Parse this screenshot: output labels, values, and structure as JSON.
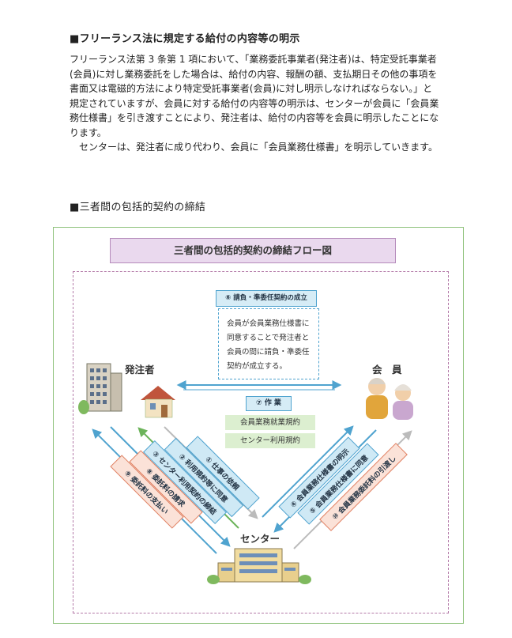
{
  "section1": {
    "heading": "■フリーランス法に規定する給付の内容等の明示",
    "lines": [
      "フリーランス法第 3 条第 1 項において、「業務委託事業者(発注者)は、特定受託事業者",
      "(会員)に対し業務委託をした場合は、給付の内容、報酬の額、支払期日その他の事項を",
      "書面又は電磁的方法により特定受託事業者(会員)に対し明示しなければならない。」と",
      "規定されていますが、会員に対する給付の内容等の明示は、センターが会員に「会員業",
      "務仕様書」を引き渡すことにより、発注者は、給付の内容等を会員に明示したことにな",
      "ります。",
      "　センターは、発注者に成り代わり、会員に「会員業務仕様書」を明示していきます。"
    ]
  },
  "section2": {
    "heading": "■三者間の包括的契約の締結"
  },
  "diagram": {
    "title": "三者間の包括的契約の締結フロー図",
    "orderer": "発注者",
    "member": "会　員",
    "center": "センター",
    "step6": "⑥ 請負・準委任契約の成立",
    "note_lines": [
      "会員が会員業務仕様書に",
      "同意することで発注者と",
      "会員の間に請負・準委任",
      "契約が成立する。"
    ],
    "step7": "⑦ 作 業",
    "rule1": "会員業務就業規約",
    "rule2": "センター利用規約",
    "left_steps": [
      "① 仕事の依頼",
      "② 利用規約等に同意",
      "③ センター利用契約の締結",
      "⑧ 委託料の請求",
      "⑨ 委託料の支払い"
    ],
    "right_steps": [
      "④ 会員業務仕様書の明示",
      "⑤ 会員業務仕様書に同意",
      "⑩ 会員業務委託料の引渡し"
    ],
    "colors": {
      "blue_fill": "#cfe9f5",
      "blue_stroke": "#4fa3cf",
      "salmon_fill": "#fbe2d8",
      "salmon_stroke": "#e07f60",
      "green_arrow": "#6cb35a"
    }
  }
}
